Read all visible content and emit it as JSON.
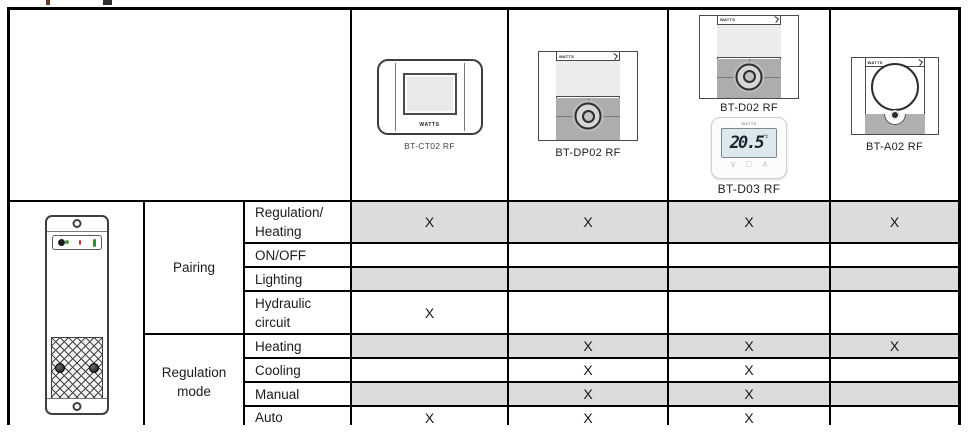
{
  "colors": {
    "row_shade": "#dcdcdc",
    "grid_line": "#000000",
    "device_button_gray": "#adadad",
    "screen_gray": "#ececec",
    "lcd_blue": "#dde8ee"
  },
  "header": {
    "devices": [
      {
        "name": "BT-CT02 RF",
        "brand": "WATTS"
      },
      {
        "name": "BT-DP02 RF",
        "brand": "WATTS"
      },
      {
        "name": "BT-D02 RF",
        "name2": "BT-D03 RF",
        "brand": "WATTS",
        "lcd_value": "20.5",
        "lcd_unit": "°c",
        "buttons": {
          "down": "∨",
          "ok": "□",
          "up": "∧"
        }
      },
      {
        "name": "BT-A02 RF",
        "brand": "WATTS"
      }
    ]
  },
  "table": {
    "mark": "X",
    "sections": [
      {
        "label": "Pairing",
        "rows": [
          {
            "label": "Regulation/\nHeating",
            "shaded": true,
            "marks": [
              "X",
              "X",
              "X",
              "X"
            ]
          },
          {
            "label": "ON/OFF",
            "shaded": false,
            "marks": [
              "",
              "",
              "",
              ""
            ]
          },
          {
            "label": "Lighting",
            "shaded": true,
            "marks": [
              "",
              "",
              "",
              ""
            ]
          },
          {
            "label": "Hydraulic\ncircuit",
            "shaded": false,
            "marks": [
              "X",
              "",
              "",
              ""
            ]
          }
        ]
      },
      {
        "label": "Regulation\nmode",
        "rows": [
          {
            "label": "Heating",
            "shaded": true,
            "marks": [
              "",
              "X",
              "X",
              "X"
            ]
          },
          {
            "label": "Cooling",
            "shaded": false,
            "marks": [
              "",
              "X",
              "X",
              ""
            ]
          },
          {
            "label": "Manual",
            "shaded": true,
            "marks": [
              "",
              "X",
              "X",
              ""
            ]
          },
          {
            "label": "Auto",
            "shaded": false,
            "marks": [
              "X",
              "X",
              "X",
              ""
            ]
          }
        ]
      }
    ]
  }
}
